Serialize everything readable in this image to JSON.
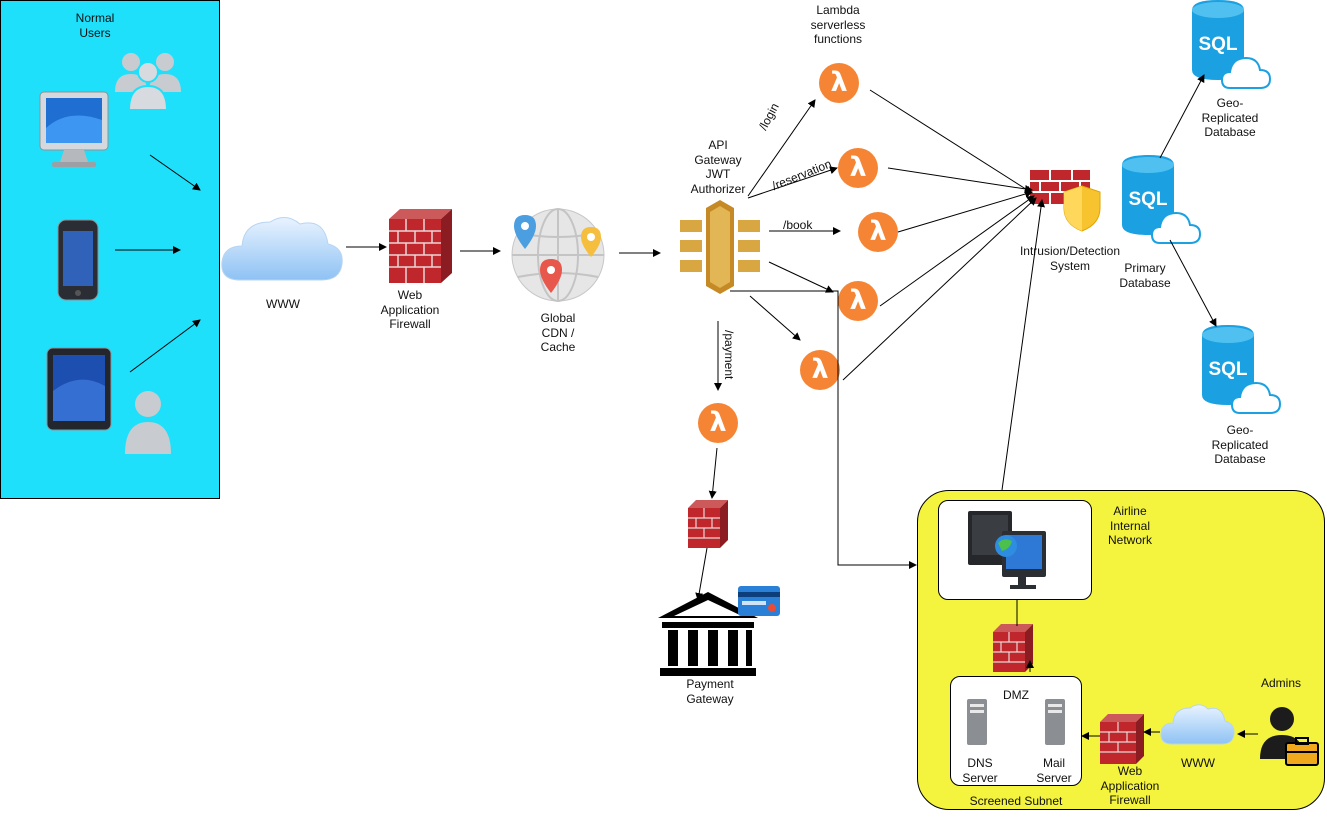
{
  "users_panel": {
    "label": "Normal\nUsers"
  },
  "www_main": "WWW",
  "waf_main": "Web\nApplication\nFirewall",
  "cdn": "Global\nCDN /\nCache",
  "api_gateway": "API\nGateway\nJWT\nAuthorizer",
  "lambda_group": "Lambda\nserverless\nfunctions",
  "routes": {
    "login": "/login",
    "reservation": "/reservation",
    "book": "/book",
    "payment": "/payment"
  },
  "lambda_symbol": "λ",
  "ids": "Intrusion/Detection\nSystem",
  "primary_db": "Primary\nDatabase",
  "geo_db_top": "Geo-\nReplicated\nDatabase",
  "geo_db_bottom": "Geo-\nReplicated\nDatabase",
  "sql_text": "SQL",
  "payment_gateway": "Payment\nGateway",
  "internal": {
    "airline_network": "Airline\nInternal\nNetwork",
    "dmz": "DMZ",
    "dns_server": "DNS\nServer",
    "mail_server": "Mail\nServer",
    "screened_subnet": "Screened Subnet",
    "waf": "Web\nApplication\nFirewall",
    "www": "WWW",
    "admins": "Admins"
  },
  "colors": {
    "users_panel": "#1fe0fb",
    "internal_panel": "#f4f43e",
    "lambda": "#f58534",
    "sql_blue": "#1ba1e2",
    "api_gateway": "#d9a741",
    "brick": "#c0272d"
  }
}
